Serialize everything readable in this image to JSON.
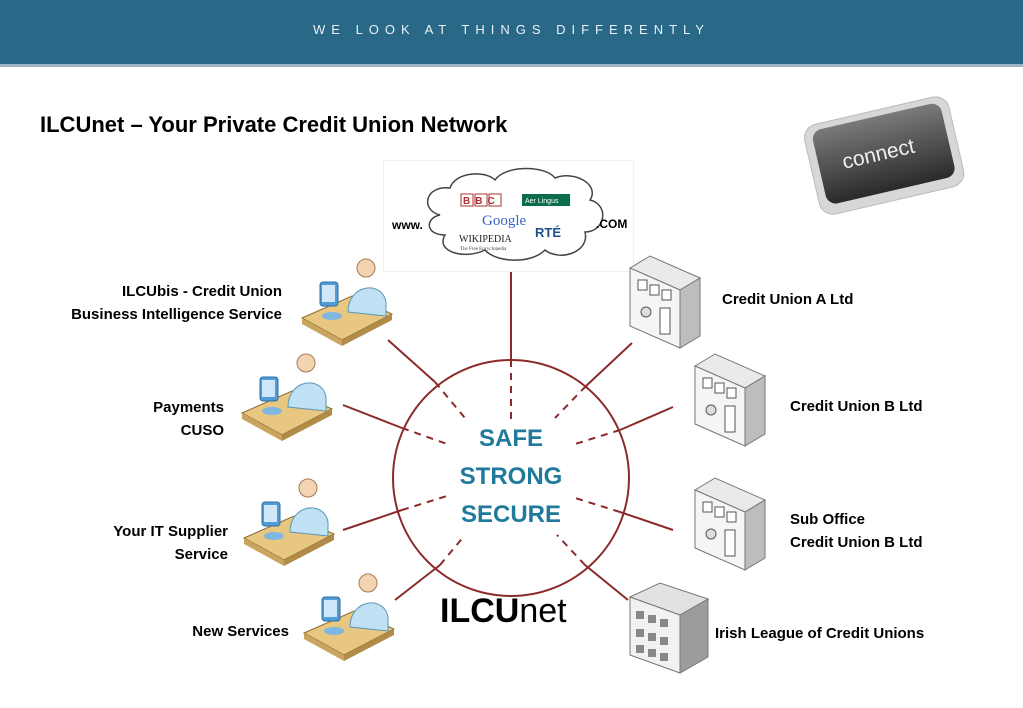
{
  "header": {
    "tagline": "WE LOOK AT THINGS DIFFERENTLY"
  },
  "title": "ILCUnet – Your Private Credit Union Network",
  "connect_key": {
    "label": "connect"
  },
  "cloud": {
    "prefix": "www.",
    "suffix": ".COM",
    "logos": {
      "bbc": "BBC",
      "aer": "Aer Lingus",
      "google": "Google",
      "wiki": "WIKIPEDIA",
      "wiki_sub": "The Free Encyclopedia",
      "rte": "RTÉ"
    }
  },
  "center": {
    "line1": "SAFE",
    "line2": "STRONG",
    "line3": "SECURE"
  },
  "network": {
    "bold": "ILCU",
    "rest": "net"
  },
  "left_nodes": [
    {
      "line1": "ILCUbis - Credit Union",
      "line2": "Business Intelligence Service"
    },
    {
      "line1": "Payments",
      "line2": "CUSO"
    },
    {
      "line1": "Your IT Supplier",
      "line2": "Service"
    },
    {
      "line1": "New Services",
      "line2": ""
    }
  ],
  "right_nodes": [
    {
      "line1": "Credit Union A Ltd",
      "line2": ""
    },
    {
      "line1": "Credit Union B Ltd",
      "line2": ""
    },
    {
      "line1": "Sub Office",
      "line2": "Credit Union B Ltd"
    },
    {
      "line1": "Irish League of Credit Unions",
      "line2": ""
    }
  ],
  "colors": {
    "banner": "#2a6888",
    "line": "#8b2a2a",
    "center_text": "#1f7a9c"
  }
}
